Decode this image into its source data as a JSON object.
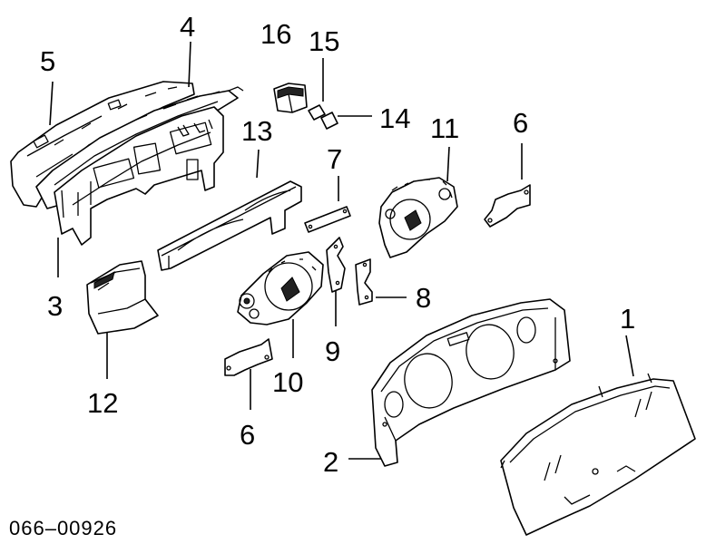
{
  "diagram": {
    "callouts": {
      "c1": "1",
      "c2": "2",
      "c3": "3",
      "c4": "4",
      "c5": "5",
      "c6a": "6",
      "c6b": "6",
      "c7": "7",
      "c8": "8",
      "c9": "9",
      "c10": "10",
      "c11": "11",
      "c12": "12",
      "c13": "13",
      "c14": "14",
      "c15": "15",
      "c16": "16"
    },
    "part_code": "066–00926"
  }
}
